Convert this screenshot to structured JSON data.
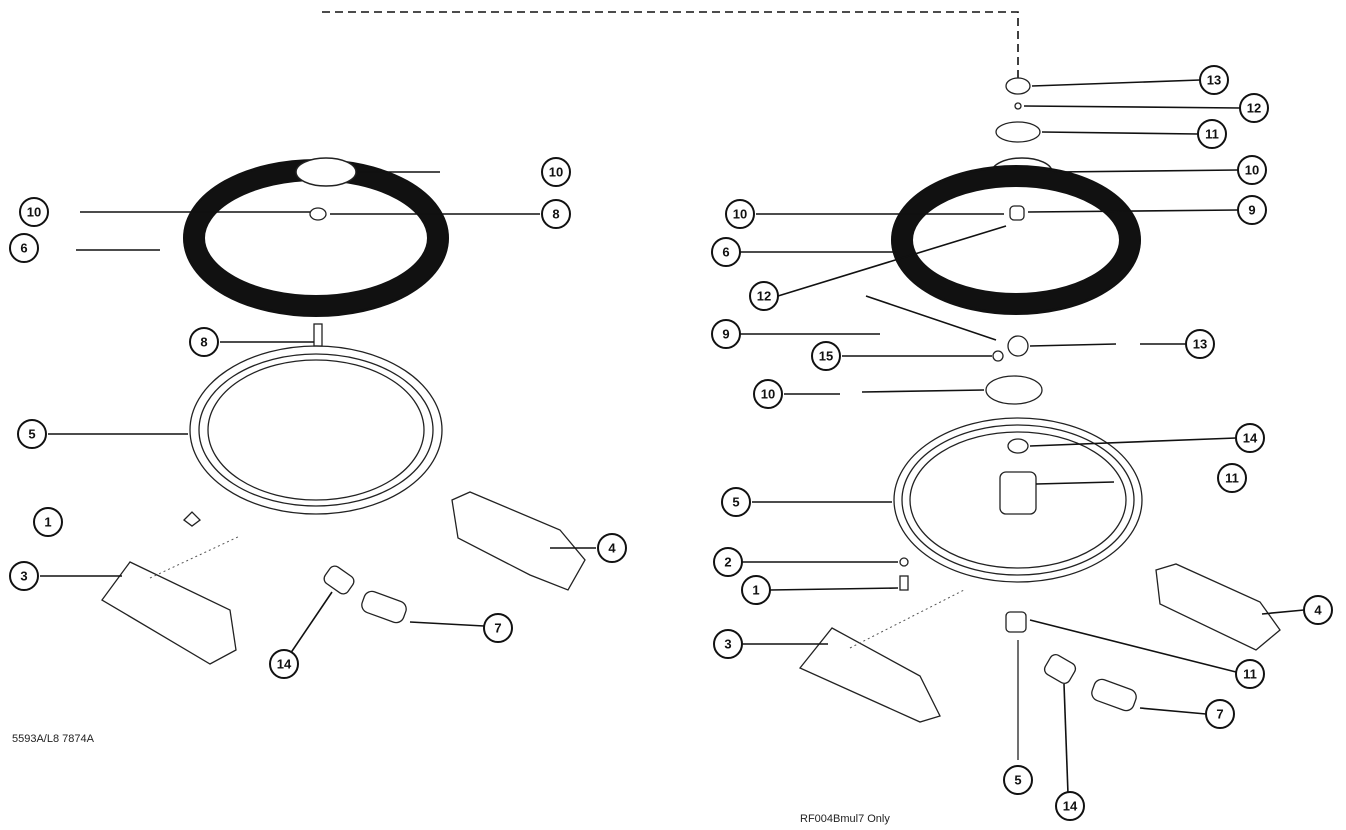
{
  "captions": {
    "left": "5593A/L8 7874A",
    "right": "RF004Bmul7 Only"
  },
  "left_assembly": {
    "callouts": [
      "10",
      "10",
      "8",
      "6",
      "8",
      "5",
      "1",
      "3",
      "4",
      "7",
      "14"
    ]
  },
  "right_assembly": {
    "callouts": [
      "13",
      "12",
      "11",
      "10",
      "10",
      "9",
      "6",
      "12",
      "9",
      "15",
      "13",
      "10",
      "14",
      "11",
      "5",
      "2",
      "1",
      "3",
      "4",
      "11",
      "7",
      "5",
      "14"
    ]
  }
}
